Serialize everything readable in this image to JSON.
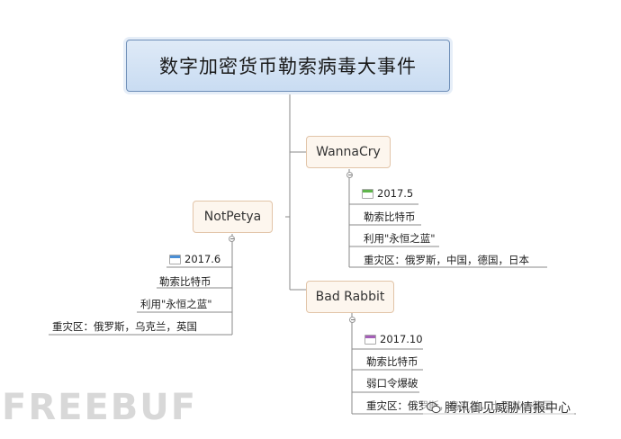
{
  "root": {
    "title": "数字加密货币勒索病毒大事件"
  },
  "branches": {
    "wannacry": {
      "label": "WannaCry",
      "items": [
        "2017.5",
        "勒索比特币",
        "利用\"永恒之蓝\"",
        "重灾区：俄罗斯，中国，德国，日本"
      ],
      "date_icon": "calendar-icon"
    },
    "notpetya": {
      "label": "NotPetya",
      "items": [
        "2017.6",
        "勒索比特币",
        "利用\"永恒之蓝\"",
        "重灾区：俄罗斯，乌克兰，英国"
      ],
      "date_icon": "calendar-icon"
    },
    "badrabbit": {
      "label": "Bad Rabbit",
      "items": [
        "2017.10",
        "勒索比特币",
        "弱口令爆破",
        "重灾区：俄罗斯，乌克兰，土耳其，德国"
      ],
      "date_icon": "calendar-icon"
    }
  },
  "watermarks": {
    "left": "FREEBUF",
    "right": "腾讯御见威胁情报中心"
  },
  "colors": {
    "root_fill": "#c9dcf2",
    "root_border": "#6f8fb8",
    "node_fill": "#fdf6ee",
    "node_border": "#e2c4a8",
    "line": "#8a8a8a"
  }
}
